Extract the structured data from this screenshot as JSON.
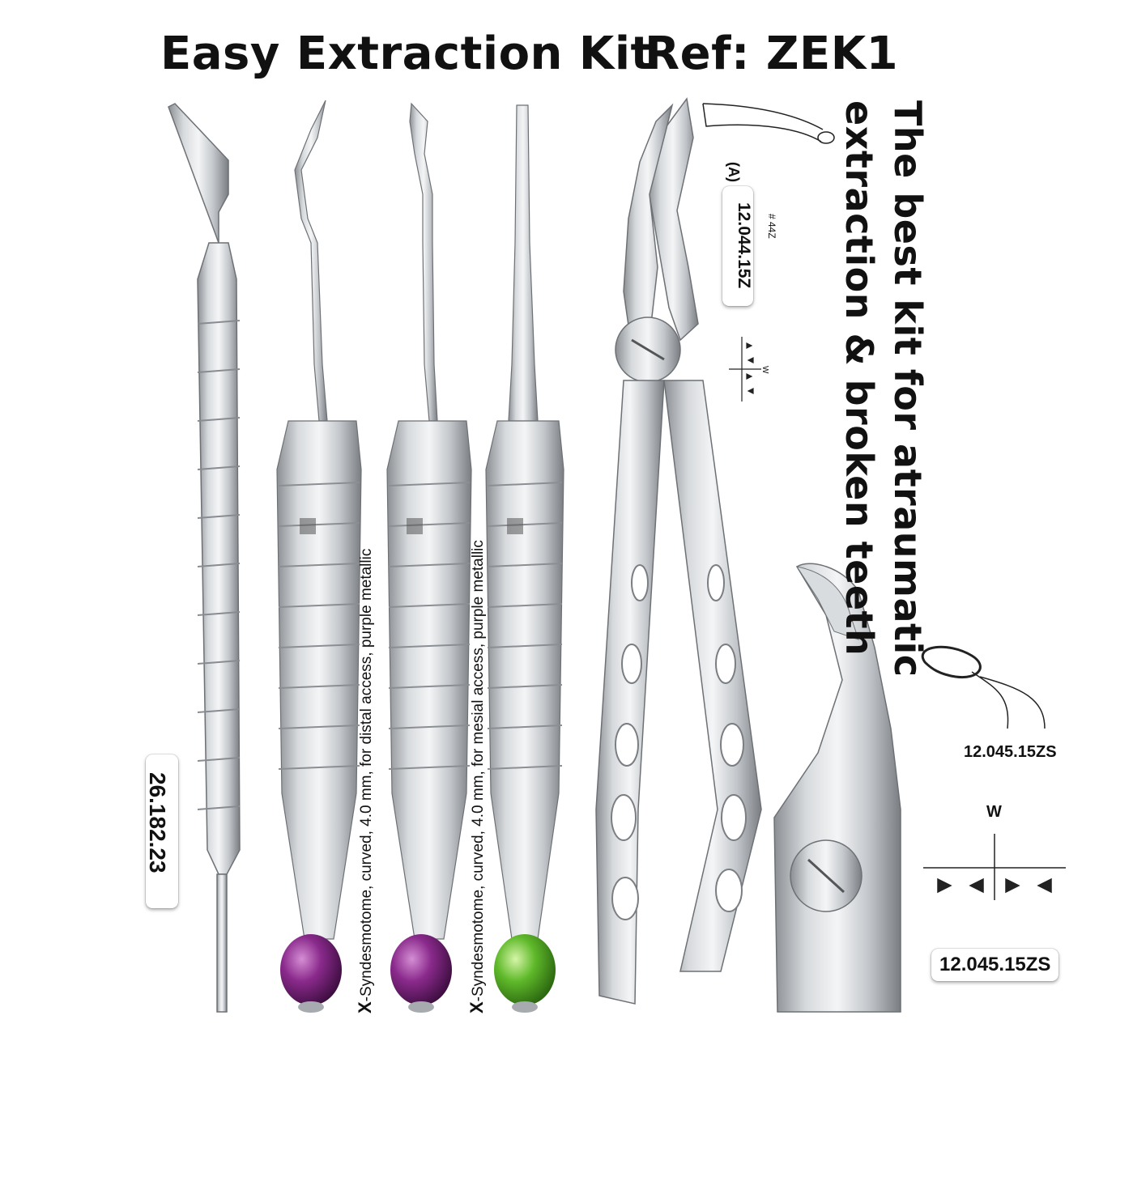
{
  "header": {
    "kit_title": "Easy Extraction Kit",
    "ref": "Ref: ZEK1"
  },
  "tagline": {
    "line1": "The best kit for atraumatic",
    "line2": "extraction & broken teeth"
  },
  "instruments": {
    "probe_code": "26.182.23",
    "syndesmotome_distal": {
      "prefix": "X",
      "label": "-Syndesmotome, curved, 4.0 mm, for distal access, purple metallic"
    },
    "syndesmotome_mesial": {
      "prefix": "X",
      "label": "-Syndesmotome, curved, 4.0 mm, for mesial access, purple metallic"
    },
    "forceps_z": {
      "code": "12.044.15Z",
      "variant": "(A)",
      "number": "# 44Z",
      "w_label": "W"
    },
    "forceps_zs": {
      "code_top": "12.045.15ZS",
      "w_label": "W",
      "code_badge": "12.045.15ZS"
    }
  },
  "colors": {
    "purple_ball": "#8a2a8c",
    "green_ball": "#5fb92a",
    "steel_light": "#e8eaec",
    "steel_dark": "#7c8084"
  }
}
